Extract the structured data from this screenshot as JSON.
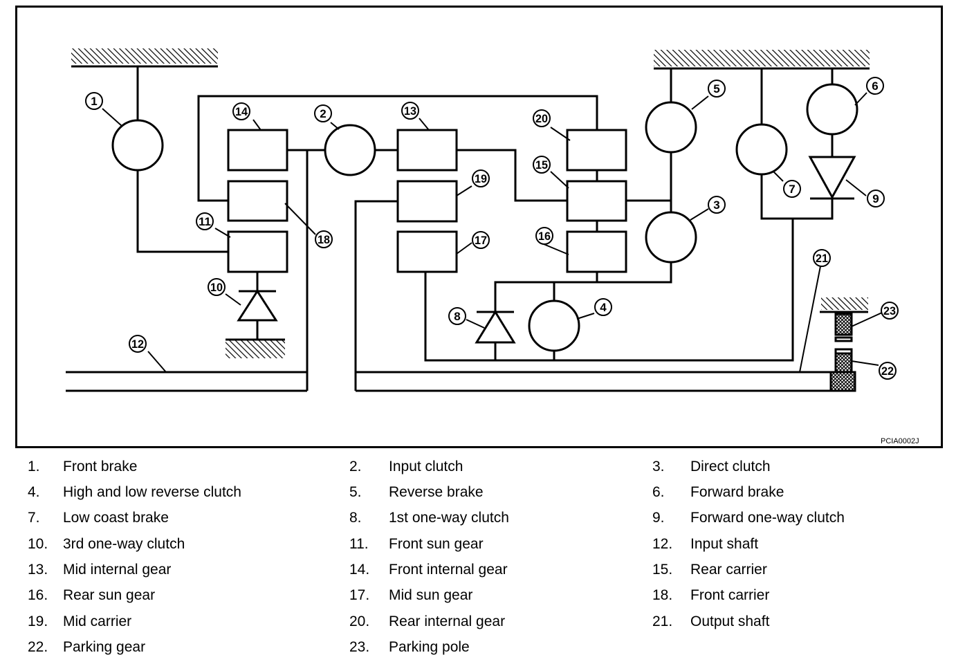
{
  "figure_code": "PCIA0002J",
  "callouts": [
    "1",
    "2",
    "3",
    "4",
    "5",
    "6",
    "7",
    "8",
    "9",
    "10",
    "11",
    "12",
    "13",
    "14",
    "15",
    "16",
    "17",
    "18",
    "19",
    "20",
    "21",
    "22",
    "23"
  ],
  "legend": [
    {
      "num": "1.",
      "label": "Front brake"
    },
    {
      "num": "2.",
      "label": "Input clutch"
    },
    {
      "num": "3.",
      "label": "Direct clutch"
    },
    {
      "num": "4.",
      "label": "High and low reverse clutch"
    },
    {
      "num": "5.",
      "label": "Reverse brake"
    },
    {
      "num": "6.",
      "label": "Forward brake"
    },
    {
      "num": "7.",
      "label": "Low coast brake"
    },
    {
      "num": "8.",
      "label": "1st one-way clutch"
    },
    {
      "num": "9.",
      "label": "Forward one-way clutch"
    },
    {
      "num": "10.",
      "label": "3rd one-way clutch"
    },
    {
      "num": "11.",
      "label": "Front sun gear"
    },
    {
      "num": "12.",
      "label": "Input shaft"
    },
    {
      "num": "13.",
      "label": "Mid internal gear"
    },
    {
      "num": "14.",
      "label": "Front internal gear"
    },
    {
      "num": "15.",
      "label": "Rear carrier"
    },
    {
      "num": "16.",
      "label": "Rear sun gear"
    },
    {
      "num": "17.",
      "label": "Mid sun gear"
    },
    {
      "num": "18.",
      "label": "Front carrier"
    },
    {
      "num": "19.",
      "label": "Mid carrier"
    },
    {
      "num": "20.",
      "label": "Rear internal gear"
    },
    {
      "num": "21.",
      "label": "Output shaft"
    },
    {
      "num": "22.",
      "label": "Parking gear"
    },
    {
      "num": "23.",
      "label": "Parking pole"
    }
  ]
}
